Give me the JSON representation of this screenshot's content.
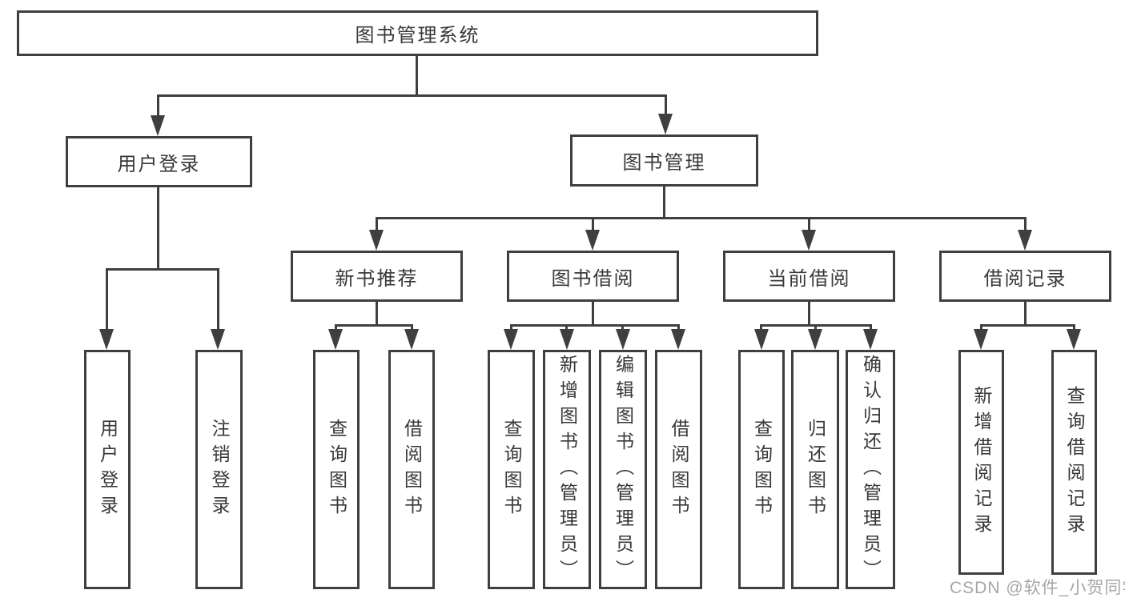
{
  "colors": {
    "line": "#3f3f3f",
    "text": "#383838",
    "watermark": "#a6a6a6",
    "background": "#ffffff"
  },
  "watermark": {
    "text": "CSDN @软件_小贺同学"
  },
  "diagram": {
    "type": "hierarchy",
    "root": {
      "label": "图书管理系统"
    },
    "level2": [
      {
        "label": "用户登录"
      },
      {
        "label": "图书管理"
      }
    ],
    "level3": [
      {
        "label": "新书推荐",
        "parent": "图书管理"
      },
      {
        "label": "图书借阅",
        "parent": "图书管理"
      },
      {
        "label": "当前借阅",
        "parent": "图书管理"
      },
      {
        "label": "借阅记录",
        "parent": "图书管理"
      }
    ],
    "leaves": [
      {
        "label": "用户登录",
        "parent": "用户登录"
      },
      {
        "label": "注销登录",
        "parent": "用户登录"
      },
      {
        "label": "查询图书",
        "parent": "新书推荐"
      },
      {
        "label": "借阅图书",
        "parent": "新书推荐"
      },
      {
        "label": "查询图书",
        "parent": "图书借阅"
      },
      {
        "label": "新增图书（管理员）",
        "parent": "图书借阅"
      },
      {
        "label": "编辑图书（管理员）",
        "parent": "图书借阅"
      },
      {
        "label": "借阅图书",
        "parent": "图书借阅"
      },
      {
        "label": "查询图书",
        "parent": "当前借阅"
      },
      {
        "label": "归还图书",
        "parent": "当前借阅"
      },
      {
        "label": "确认归还（管理员）",
        "parent": "当前借阅"
      },
      {
        "label": "新增借阅记录",
        "parent": "借阅记录"
      },
      {
        "label": "查询借阅记录",
        "parent": "借阅记录"
      }
    ]
  }
}
